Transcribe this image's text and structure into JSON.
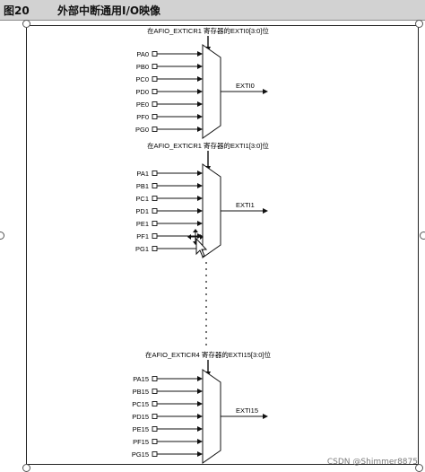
{
  "header": {
    "figure_label": "图20",
    "title": "外部中断通用I/O映像"
  },
  "muxes": [
    {
      "caption": "在AFIO_EXTICR1 寄存器的EXTI0[3:0]位",
      "inputs": [
        "PA0",
        "PB0",
        "PC0",
        "PD0",
        "PE0",
        "PF0",
        "PG0"
      ],
      "output": "EXTI0"
    },
    {
      "caption": "在AFIO_EXTICR1 寄存器的EXTI1[3:0]位",
      "inputs": [
        "PA1",
        "PB1",
        "PC1",
        "PD1",
        "PE1",
        "PF1",
        "PG1"
      ],
      "output": "EXTI1"
    },
    {
      "caption": "在AFIO_EXTICR4 寄存器的EXTI15[3:0]位",
      "inputs": [
        "PA15",
        "PB15",
        "PC15",
        "PD15",
        "PE15",
        "PF15",
        "PG15"
      ],
      "output": "EXTI15"
    }
  ],
  "watermark": "CSDN @Shimmer8875"
}
